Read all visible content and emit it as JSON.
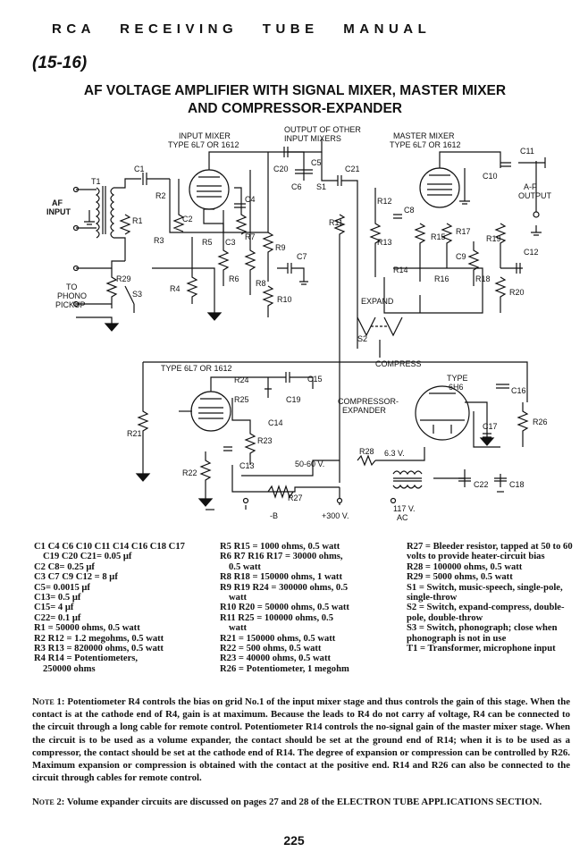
{
  "header": {
    "running_title": "RCA RECEIVING TUBE MANUAL",
    "section": "(15-16)"
  },
  "title": {
    "line1": "AF VOLTAGE AMPLIFIER WITH SIGNAL MIXER, MASTER MIXER",
    "line2": "AND COMPRESSOR-EXPANDER"
  },
  "schematic": {
    "input_mixer_label": "INPUT MIXER",
    "input_mixer_type": "TYPE 6L7 OR 1612",
    "output_other_line1": "OUTPUT OF OTHER",
    "output_other_line2": "INPUT MIXERS",
    "master_mixer_label": "MASTER MIXER",
    "master_mixer_type": "TYPE 6L7 OR 1612",
    "af_input_1": "AF",
    "af_input_2": "INPUT",
    "af_output_1": "A-F",
    "af_output_2": "OUTPUT",
    "phono_1": "TO",
    "phono_2": "PHONO",
    "phono_3": "PICKUP",
    "expand": "EXPAND",
    "compress": "COMPRESS",
    "third_tube_type": "TYPE 6L7 OR 1612",
    "type_6h6_1": "TYPE",
    "type_6h6_2": "6H6",
    "comp_exp_1": "COMPRESSOR-",
    "comp_exp_2": "EXPANDER",
    "v_50_60": "50-60 V.",
    "v_63": "6.3 V.",
    "v_117_1": "117 V.",
    "v_117_2": "AC",
    "minus_b": "-B",
    "b_300": "+300 V.",
    "components": {
      "t1": "T1",
      "c1": "C1",
      "c2": "C2",
      "c3": "C3",
      "c4": "C4",
      "c5": "C5",
      "c6": "C6",
      "c7": "C7",
      "c8": "C8",
      "c9": "C9",
      "c10": "C10",
      "c11": "C11",
      "c12": "C12",
      "c13": "C13",
      "c14": "C14",
      "c15": "C15",
      "c16": "C16",
      "c17": "C17",
      "c18": "C18",
      "c19": "C19",
      "c20": "C20",
      "c21": "C21",
      "c22": "C22",
      "r1": "R1",
      "r2": "R2",
      "r3": "R3",
      "r4": "R4",
      "r5": "R5",
      "r6": "R6",
      "r7": "R7",
      "r8": "R8",
      "r9": "R9",
      "r10": "R10",
      "r11": "R11",
      "r12": "R12",
      "r13": "R13",
      "r14": "R14",
      "r15": "R15",
      "r16": "R16",
      "r17": "R17",
      "r18": "R18",
      "r19": "R19",
      "r20": "R20",
      "r21": "R21",
      "r22": "R22",
      "r23": "R23",
      "r24": "R24",
      "r25": "R25",
      "r26": "R26",
      "r27": "R27",
      "r28": "R28",
      "r29": "R29",
      "s1": "S1",
      "s2": "S2",
      "s3": "S3"
    }
  },
  "parts_list": {
    "col1": [
      "C1 C4 C6 C10 C11 C14 C16 C18 C17",
      "C19 C20 C21= 0.05 μf",
      "C2 C8= 0.25 μf",
      "C3 C7 C9 C12 = 8 μf",
      "C5= 0.0015 μf",
      "C13= 0.5 μf",
      "C15= 4 μf",
      "C22= 0.1 μf",
      "R1 = 50000 ohms, 0.5 watt",
      "R2 R12 = 1.2 megohms, 0.5 watt",
      "R3 R13 = 820000 ohms, 0.5 watt",
      "R4 R14 = Potentiometers,",
      "250000 ohms"
    ],
    "col2": [
      "R5 R15 = 1000 ohms, 0.5 watt",
      "R6 R7 R16 R17 = 30000 ohms,",
      "0.5 watt",
      "R8 R18 = 150000 ohms, 1 watt",
      "R9 R19 R24 = 300000 ohms, 0.5",
      "watt",
      "R10 R20 = 50000 ohms, 0.5 watt",
      "R11 R25 = 100000 ohms, 0.5",
      "watt",
      "R21 = 150000 ohms, 0.5 watt",
      "R22 = 500 ohms, 0.5 watt",
      "R23 = 40000 ohms, 0.5 watt",
      "R26 = Potentiometer, 1 megohm"
    ],
    "col3": [
      "R27 = Bleeder resistor, tapped at 50 to 60 volts to provide heater-circuit bias",
      "R28 = 100000 ohms, 0.5 watt",
      "R29 = 5000 ohms, 0.5 watt",
      "S1 = Switch, music-speech, single-pole, single-throw",
      "S2 = Switch, expand-compress, double-pole, double-throw",
      "S3 = Switch, phonograph; close when phonograph is not in use",
      "T1 = Transformer, microphone input"
    ]
  },
  "notes": {
    "note1_label": "Note 1:",
    "note1_text": " Potentiometer R4 controls the bias on grid No.1 of the input mixer stage and thus controls the gain of this stage. When the contact is at the cathode end of R4, gain is at maximum. Because the leads to R4 do not carry af voltage, R4 can be connected to the circuit through a long cable for remote control. Potentiometer R14 controls the no-signal gain of the master mixer stage. When the circuit is to be used as a volume expander, the contact should be set at the ground end of R14; when it is to be used as a compressor, the contact should be set at the cathode end of R14. The degree of expansion or compression can be controlled by R26. Maximum expansion or compression is obtained with the contact at the positive end. R14 and R26 can also be connected to the circuit through cables for remote control.",
    "note2_label": "Note 2:",
    "note2_text": " Volume expander circuits are discussed on pages 27 and 28 of the ELECTRON TUBE APPLICATIONS SECTION."
  },
  "page_number": "225"
}
